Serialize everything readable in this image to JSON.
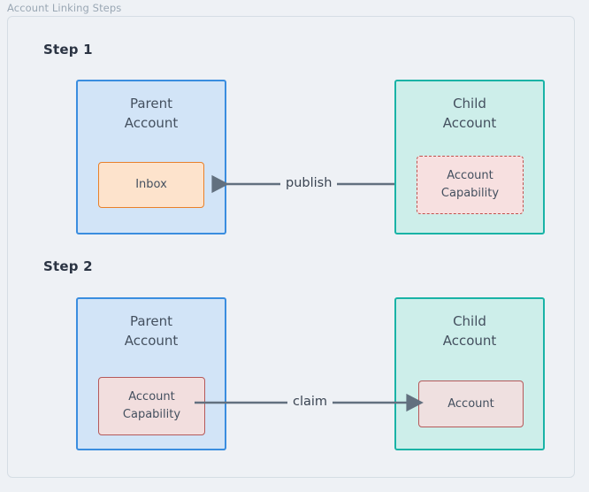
{
  "diagram": {
    "title": "Account Linking Steps",
    "steps": [
      {
        "label": "Step 1",
        "parent": {
          "title_line1": "Parent",
          "title_line2": "Account",
          "chip_line1": "Inbox",
          "chip_line2": ""
        },
        "child": {
          "title_line1": "Child",
          "title_line2": "Account",
          "chip_line1": "Account",
          "chip_line2": "Capability"
        },
        "arrow": {
          "label": "publish",
          "direction": "left"
        }
      },
      {
        "label": "Step 2",
        "parent": {
          "title_line1": "Parent",
          "title_line2": "Account",
          "chip_line1": "Account",
          "chip_line2": "Capability"
        },
        "child": {
          "title_line1": "Child",
          "title_line2": "Account",
          "chip_line1": "Account",
          "chip_line2": ""
        },
        "arrow": {
          "label": "claim",
          "direction": "right"
        }
      }
    ],
    "colors": {
      "background": "#eef1f5",
      "frame_border": "#d5dde4",
      "title_text": "#9aa7b4",
      "parent_fill": "#d2e4f7",
      "parent_border": "#3a8ddf",
      "child_fill": "#cdeeea",
      "child_border": "#19b3a6",
      "inbox_fill": "#fde3cc",
      "inbox_border": "#e8802a",
      "capability_fill": "#f7e0e0",
      "capability_border": "#c0504d",
      "account_fill": "#efe0e0",
      "account_border": "#b5595a",
      "arrow": "#62707f",
      "node_text": "#44505f",
      "step_text": "#2b3443"
    }
  }
}
